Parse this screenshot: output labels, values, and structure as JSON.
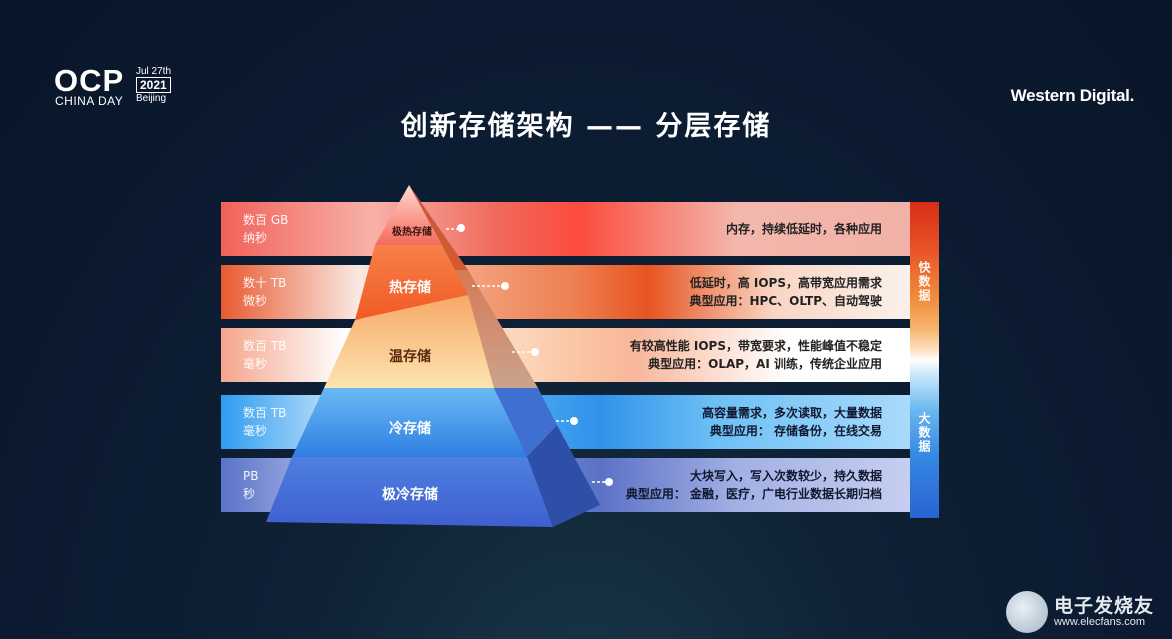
{
  "logo": {
    "ocp": "OCP",
    "china_day": "CHINA DAY",
    "date": "Jul 27th",
    "year": "2021",
    "city": "Beijing"
  },
  "brand": "Western Digital.",
  "title": "创新存储架构 —— 分层存储",
  "tiers": [
    {
      "capacity": "数百 GB",
      "latency": "纳秒",
      "name": "极热存储",
      "desc1": "内存，持续低延时，各种应用",
      "desc2": ""
    },
    {
      "capacity": "数十 TB",
      "latency": "微秒",
      "name": "热存储",
      "desc1": "低延时，高 IOPS，高带宽应用需求",
      "desc2": "典型应用：HPC、OLTP、自动驾驶"
    },
    {
      "capacity": "数百 TB",
      "latency": "毫秒",
      "name": "温存储",
      "desc1": "有较高性能 IOPS，带宽要求，性能峰值不稳定",
      "desc2": "典型应用：OLAP，AI 训练，传统企业应用"
    },
    {
      "capacity": "数百 TB",
      "latency": "毫秒",
      "name": "冷存储",
      "desc1": "高容量需求，多次读取，大量数据",
      "desc2": "典型应用：  存储备份，在线交易"
    },
    {
      "capacity": "PB",
      "latency": "秒",
      "name": "极冷存储",
      "desc1": "大块写入，写入次数较少，持久数据",
      "desc2": "典型应用：  金融，医疗，广电行业数据长期归档"
    }
  ],
  "side_labels": {
    "fast": "快数据",
    "big": "大数据"
  },
  "watermark": {
    "cn": "电子发烧友",
    "url": "www.elecfans.com"
  }
}
